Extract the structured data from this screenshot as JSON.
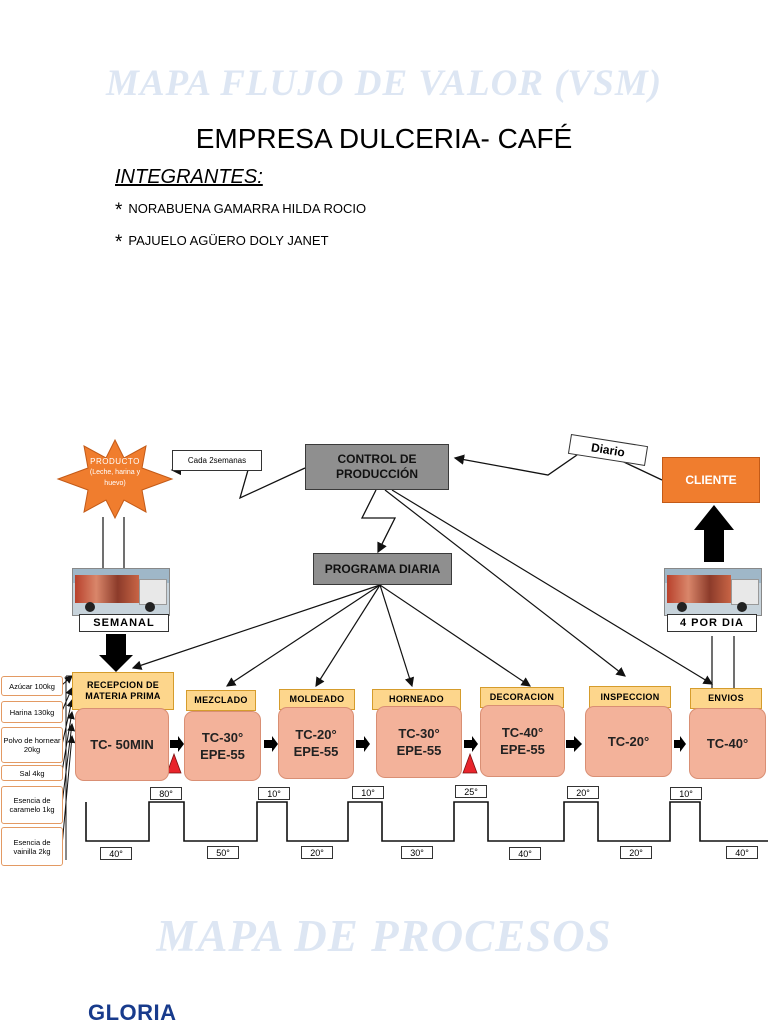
{
  "watermark_top": "MAPA FLUJO DE VALOR (VSM)",
  "title": "EMPRESA DULCERIA- CAFÉ",
  "integrantes_label": "INTEGRANTES:",
  "members": [
    "NORABUENA GAMARRA HILDA ROCIO",
    "PAJUELO AGÜERO DOLY JANET"
  ],
  "supplier": {
    "title": "PRODUCTO",
    "detail": "(Leche, harina y huevo)"
  },
  "supplier_frequency": "Cada 2semanas",
  "control": "CONTROL DE PRODUCCIÓN",
  "client_frequency": "Diario",
  "client": "CLIENTE",
  "program": "PROGRAMA DIARIA",
  "inbound_label": "SEMANAL",
  "outbound_label": "4 POR DIA",
  "materials": [
    "Azúcar 100kg",
    "Harina 130kg",
    "Polvo de hornear 20kg",
    "Sal 4kg",
    "Esencia de caramelo 1kg",
    "Esencia de vainilla 2kg"
  ],
  "stages": [
    {
      "label": "RECEPCION DE MATERIA PRIMA",
      "tc": "TC- 50MIN",
      "epe": ""
    },
    {
      "label": "MEZCLADO",
      "tc": "TC-30°",
      "epe": "EPE-55"
    },
    {
      "label": "MOLDEADO",
      "tc": "TC-20°",
      "epe": "EPE-55"
    },
    {
      "label": "HORNEADO",
      "tc": "TC-30°",
      "epe": "EPE-55"
    },
    {
      "label": "DECORACION",
      "tc": "TC-40°",
      "epe": "EPE-55"
    },
    {
      "label": "INSPECCION",
      "tc": "TC-20°",
      "epe": ""
    },
    {
      "label": "ENVIOS",
      "tc": "TC-40°",
      "epe": ""
    }
  ],
  "timeline_top": [
    "80°",
    "10°",
    "10°",
    "25°",
    "20°",
    "10°"
  ],
  "timeline_bottom": [
    "40°",
    "50°",
    "20°",
    "30°",
    "40°",
    "20°",
    "40°"
  ],
  "watermark_bottom": "MAPA DE PROCESOS",
  "logo_text": "GLORIA",
  "colors": {
    "orange": "#f07d2e",
    "stage_box": "#f3b29a",
    "stage_label": "#fdd68c",
    "gray_box": "#8f8f8f",
    "inventory_triangle": "#e8242b"
  }
}
